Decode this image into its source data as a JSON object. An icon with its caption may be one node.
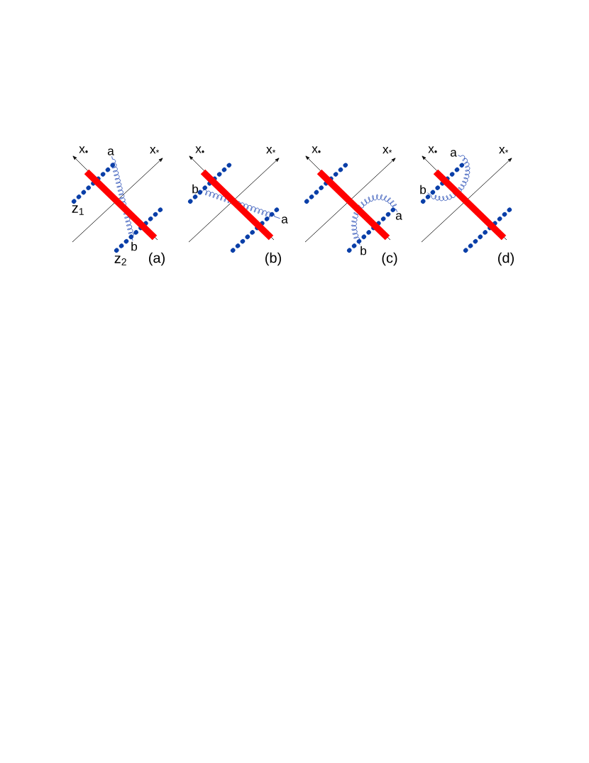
{
  "diagram": {
    "nodes": [
      {
        "text": [
          "a"
        ]
      },
      {
        "text": [
          "b"
        ]
      },
      {
        "text": [
          "b"
        ]
      },
      {
        "text": [
          "a"
        ]
      },
      {
        "text": [
          "a"
        ]
      },
      {
        "text": [
          "b"
        ]
      },
      {
        "text": [
          "a"
        ]
      },
      {
        "text": [
          "b"
        ]
      }
    ],
    "edges": [
      {
        "from": 0,
        "to": 1,
        "arrow": "none"
      },
      {
        "from": 2,
        "to": 3,
        "arrow": "none"
      },
      {
        "from": 4,
        "to": 5,
        "arrow": "none"
      },
      {
        "from": 6,
        "to": 7,
        "arrow": "none"
      }
    ],
    "labels": [
      "x$_{•}$",
      "x$_{*}$",
      "z$_{1}$",
      "z$_{2}$",
      "(a)",
      "x$_{•}$",
      "x$_{*}$",
      "(b)",
      "x$_{•}$",
      "x$_{*}$",
      "(c)",
      "x$_{•}$",
      "x$_{*}$",
      "(d)"
    ]
  }
}
